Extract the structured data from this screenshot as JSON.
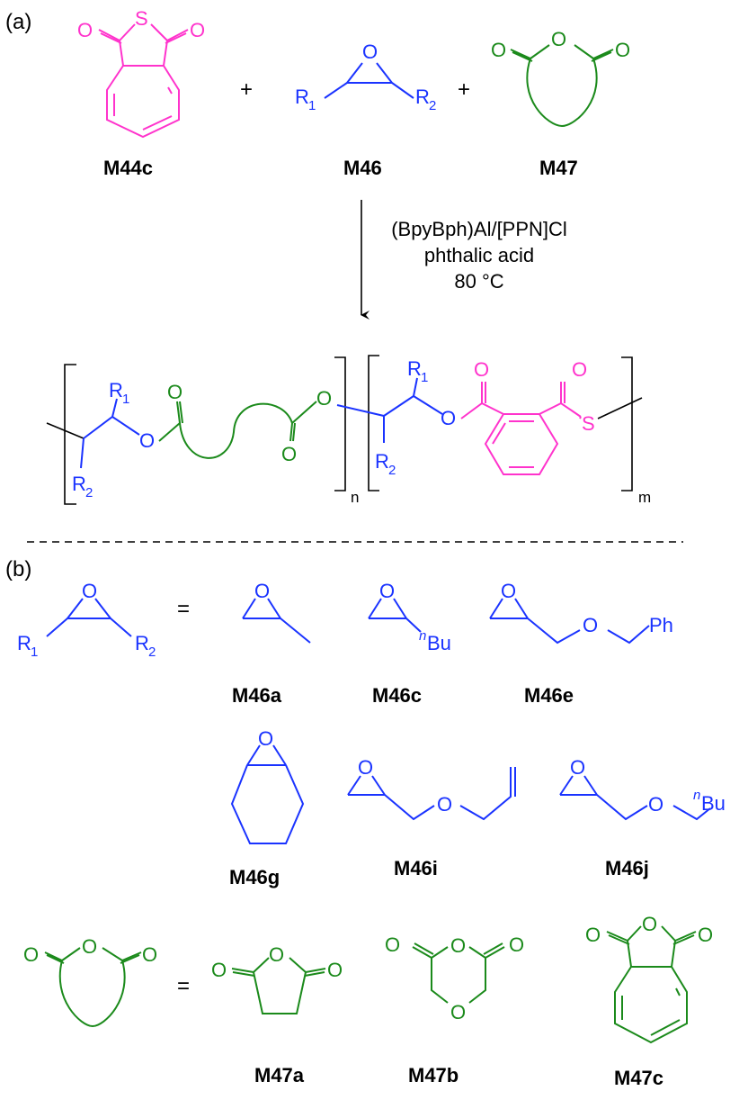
{
  "panels": {
    "a": "(a)",
    "b": "(b)"
  },
  "atoms": {
    "O": "O",
    "S": "S",
    "R": "R",
    "one": "1",
    "two": "2",
    "Bu": "Bu",
    "n": "n",
    "Ph": "Ph",
    "plus": "+",
    "equals": "="
  },
  "compounds": {
    "M44c": "M44c",
    "M46": "M46",
    "M47": "M47",
    "M46a": "M46a",
    "M46c": "M46c",
    "M46e": "M46e",
    "M46g": "M46g",
    "M46i": "M46i",
    "M46j": "M46j",
    "M47a": "M47a",
    "M47b": "M47b",
    "M47c": "M47c"
  },
  "conditions": {
    "line1": "(BpyBph)Al/[PPN]Cl",
    "line2": "phthalic acid",
    "line3": "80 °C"
  },
  "polymer": {
    "sub_n": "n",
    "sub_m": "m"
  },
  "colors": {
    "thioanhydride": "#ff33cc",
    "epoxide": "#1a33ff",
    "anhydride": "#1b8a1b",
    "text": "#000000"
  }
}
